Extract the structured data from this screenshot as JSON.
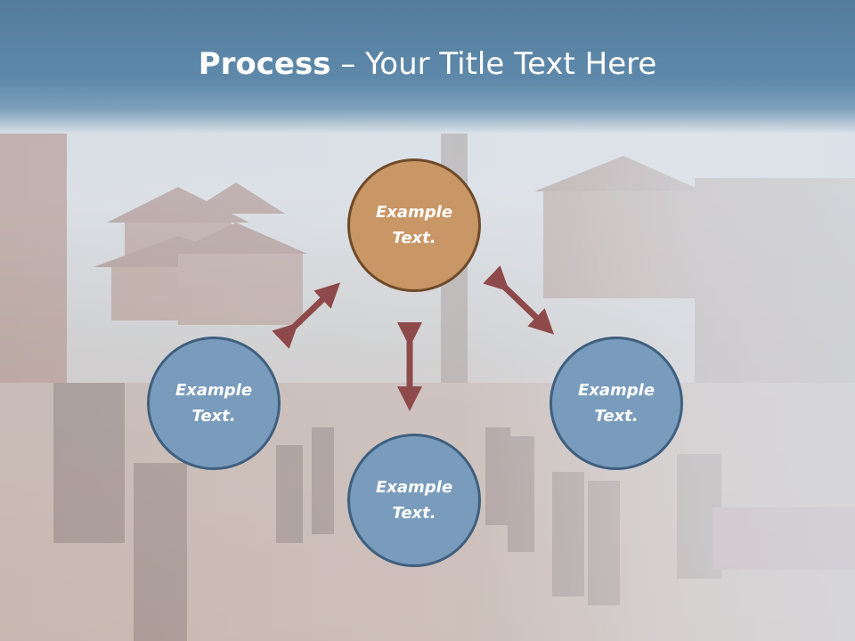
{
  "title": {
    "bold": "Process",
    "rest": " – Your Title Text Here"
  },
  "nodes": [
    {
      "line1": "Example",
      "line2": "Text."
    },
    {
      "line1": "Example",
      "line2": "Text."
    },
    {
      "line1": "Example",
      "line2": "Text."
    },
    {
      "line1": "Example",
      "line2": "Text."
    }
  ],
  "colors": {
    "node_blue": "#7a9cbc",
    "node_orange": "#c99666",
    "arrow": "#8e4a4a",
    "title_band": "#5f89aa"
  }
}
